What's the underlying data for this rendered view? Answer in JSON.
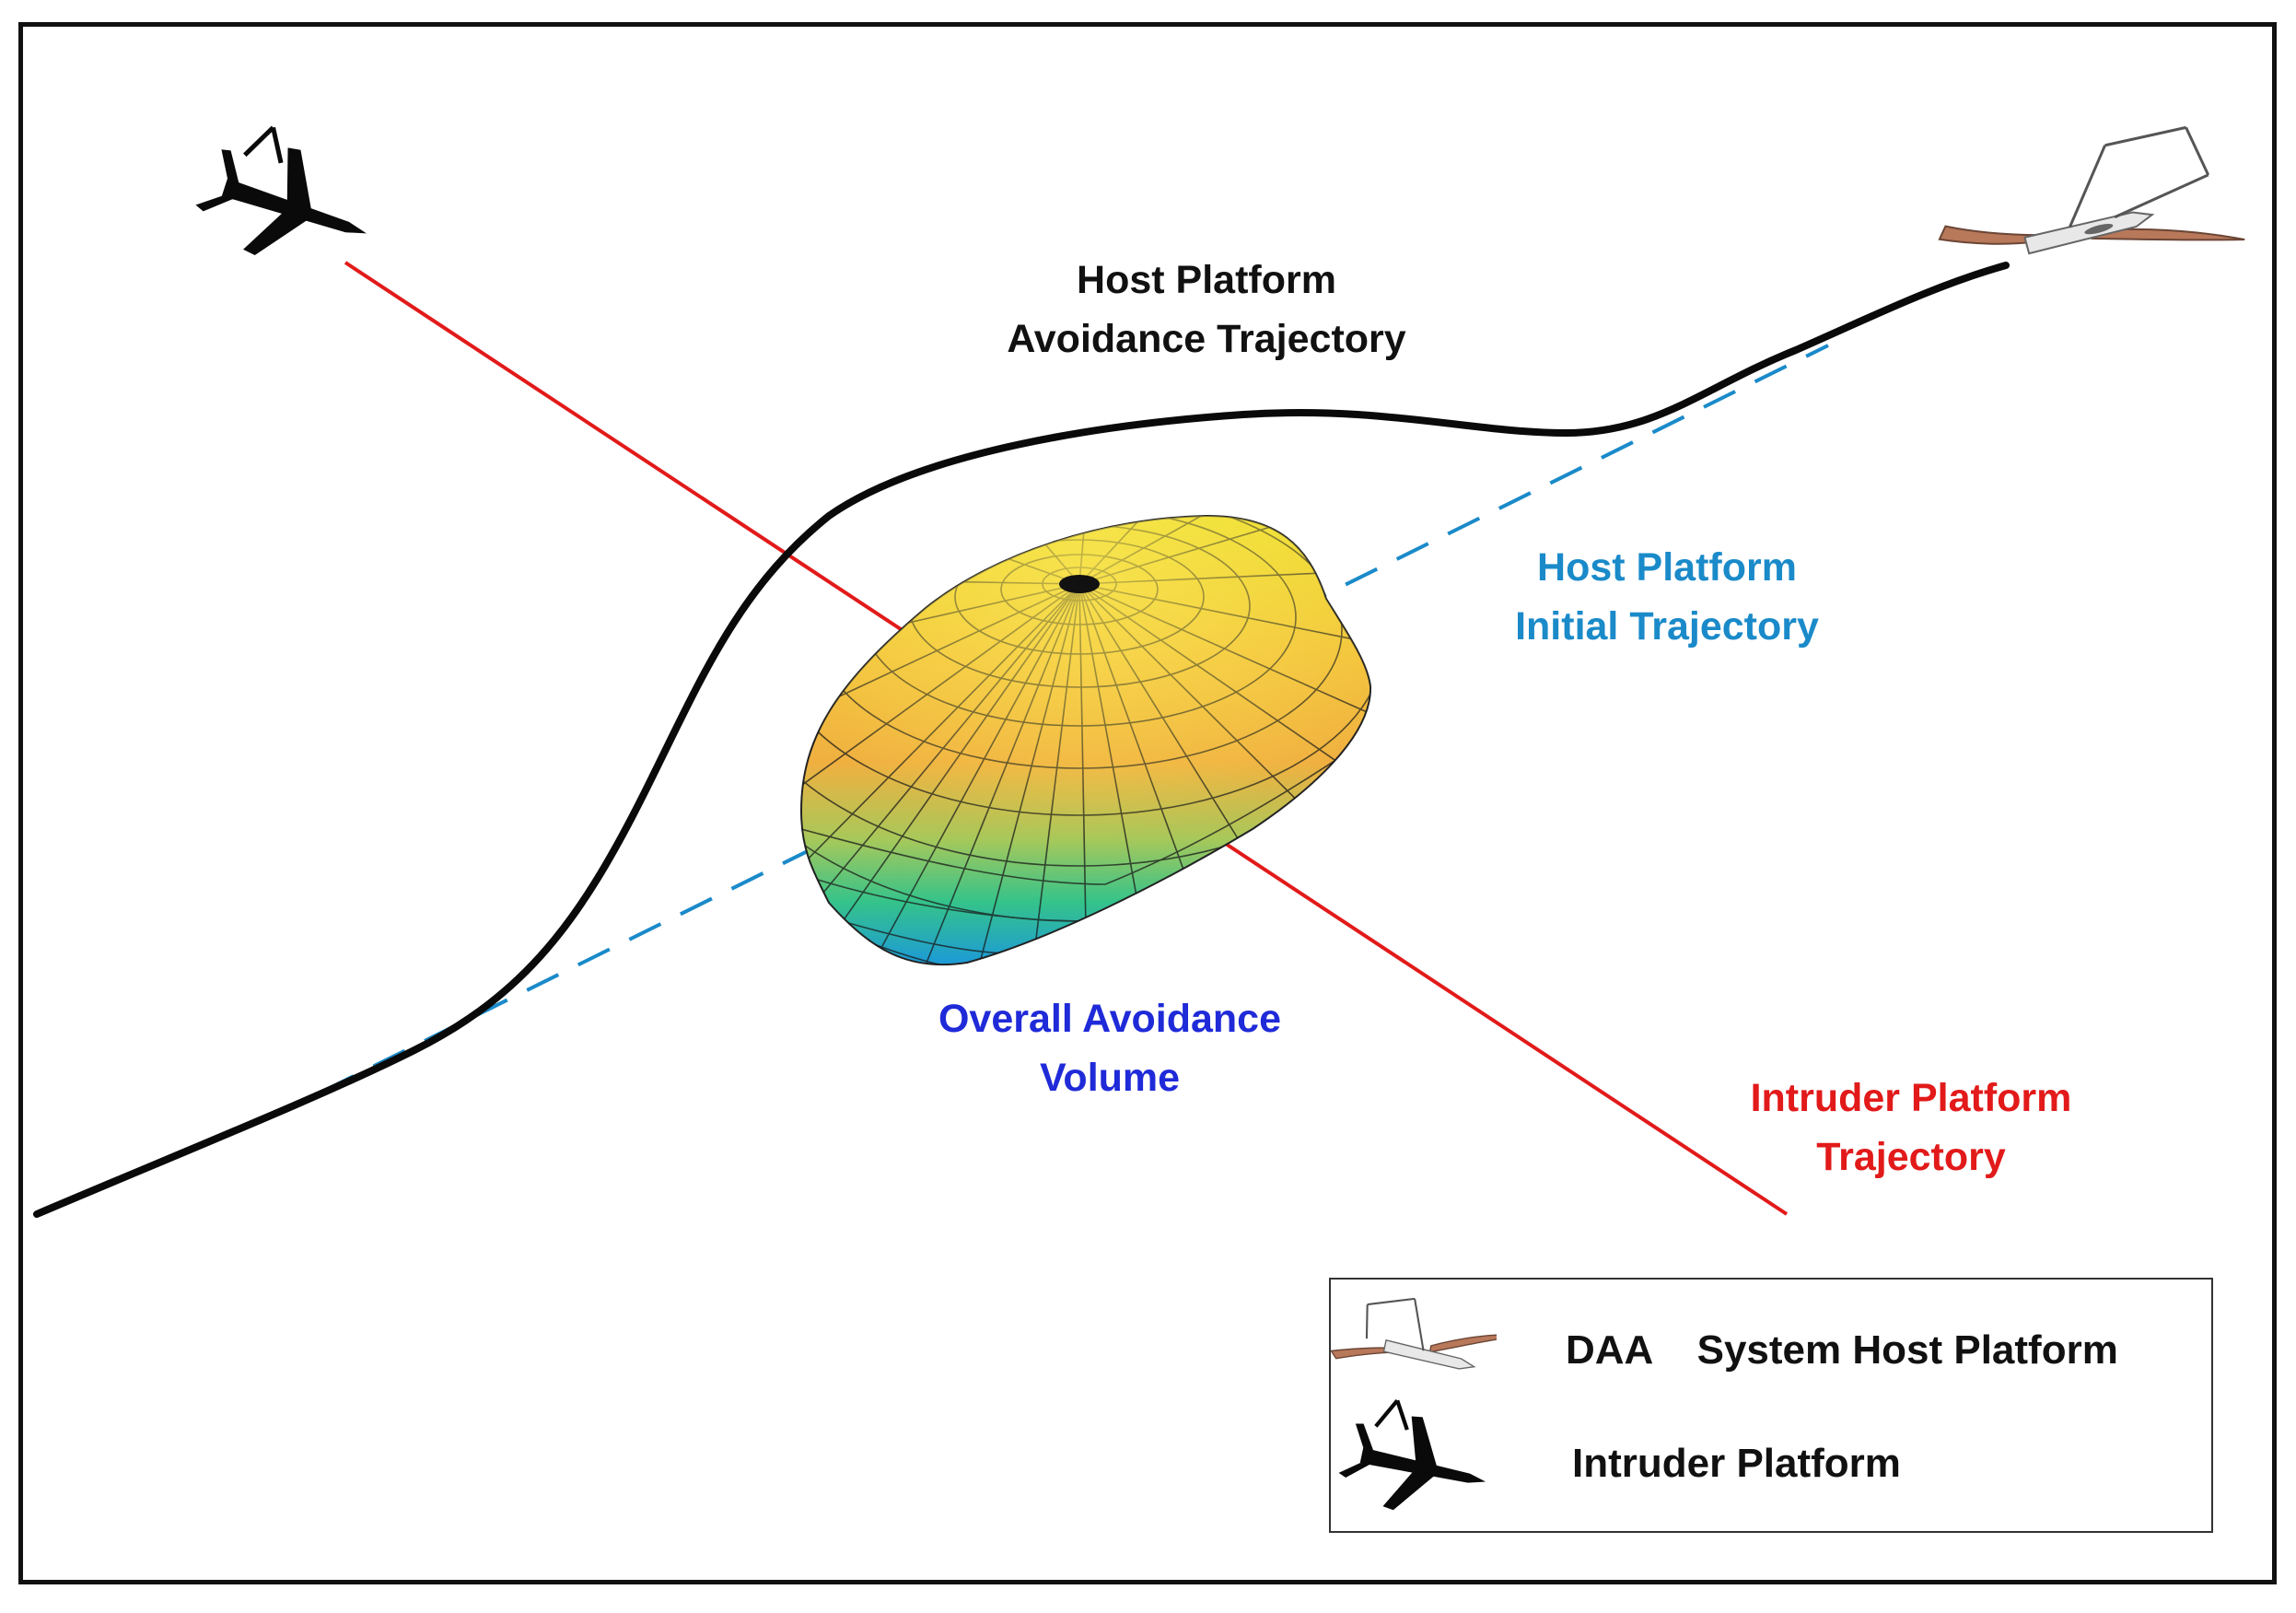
{
  "labels": {
    "avoidance_trajectory": [
      "Host  Platform",
      "Avoidance Trajectory"
    ],
    "initial_trajectory": [
      "Host Platform",
      "Initial Trajectory"
    ],
    "avoidance_volume": [
      "Overall Avoidance",
      "Volume"
    ],
    "intruder_trajectory": [
      "Intruder Platform",
      "Trajectory"
    ]
  },
  "legend": {
    "host_platform": "DAA    System Host Platform",
    "intruder_platform": "Intruder Platform"
  },
  "colors": {
    "avoidance_trajectory": "#111111",
    "initial_trajectory": "#1a8ac9",
    "intruder_trajectory": "#e21a1a",
    "volume_label": "#1f2ad8"
  }
}
